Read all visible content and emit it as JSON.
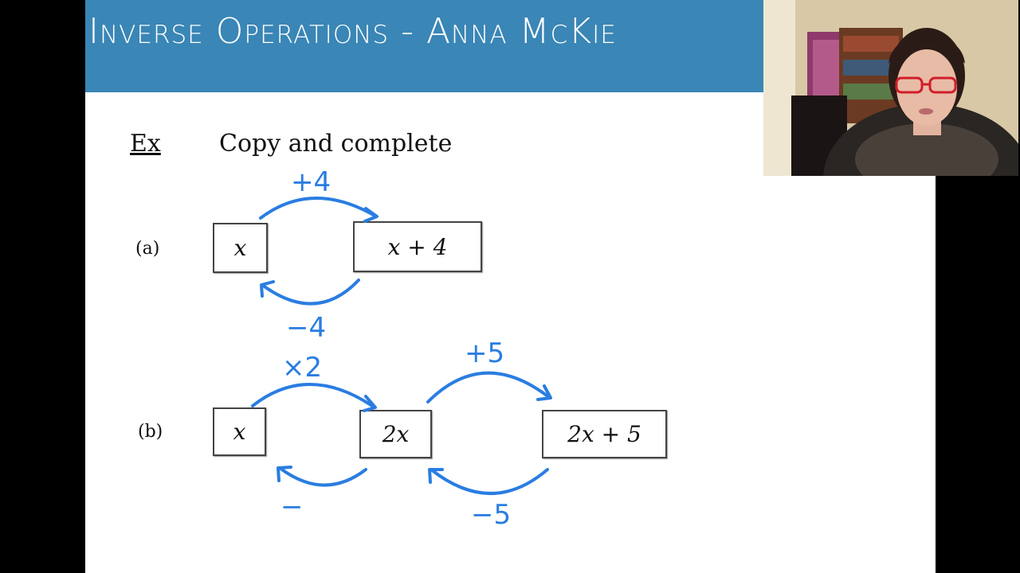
{
  "slide": {
    "title": "Inverse Operations - Anna McKie",
    "ex_label": "Ex",
    "instruction": "Copy and complete",
    "parts": [
      {
        "label": "(a)",
        "boxes": [
          "x",
          "x + 4"
        ],
        "forward_ops": [
          "+4"
        ],
        "inverse_ops": [
          "−4"
        ]
      },
      {
        "label": "(b)",
        "boxes": [
          "x",
          "2x",
          "2x + 5"
        ],
        "forward_ops": [
          "×2",
          "+5"
        ],
        "inverse_ops": [
          "−",
          "−5"
        ]
      }
    ]
  },
  "colors": {
    "banner": "#3a86b6",
    "ink": "#2a7de1"
  }
}
